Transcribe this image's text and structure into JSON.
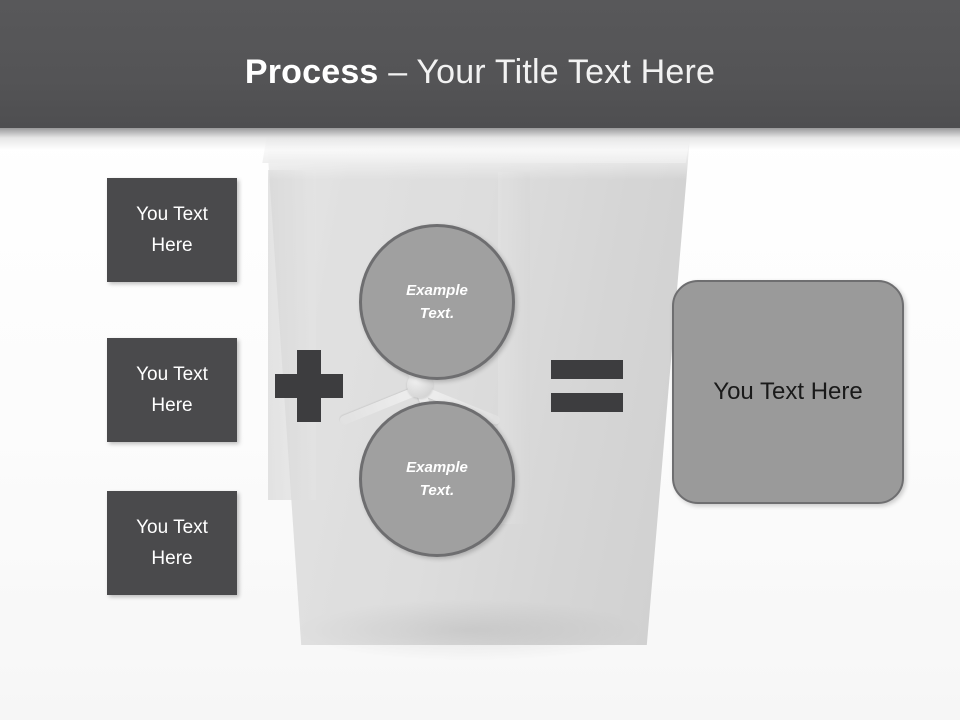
{
  "slide": {
    "title": {
      "strong": "Process",
      "light": " – Your Title Text Here"
    },
    "left_boxes": [
      {
        "line1": "You Text",
        "line2": "Here"
      },
      {
        "line1": "You Text",
        "line2": "Here"
      },
      {
        "line1": "You Text",
        "line2": "Here"
      }
    ],
    "operators": {
      "plus": "+",
      "equals": "="
    },
    "circles": [
      {
        "line1": "Example",
        "line2": "Text."
      },
      {
        "line1": "Example",
        "line2": "Text."
      }
    ],
    "result_box": {
      "label": "You Text Here"
    },
    "colors": {
      "title_band": "#545456",
      "left_box": "#4a4a4c",
      "circle_fill": "#a0a0a0",
      "circle_stroke": "#6e6e70",
      "result_fill": "#9a9a9a",
      "operator": "#3d3d3f",
      "slide_background": "#f4f4f4"
    }
  }
}
